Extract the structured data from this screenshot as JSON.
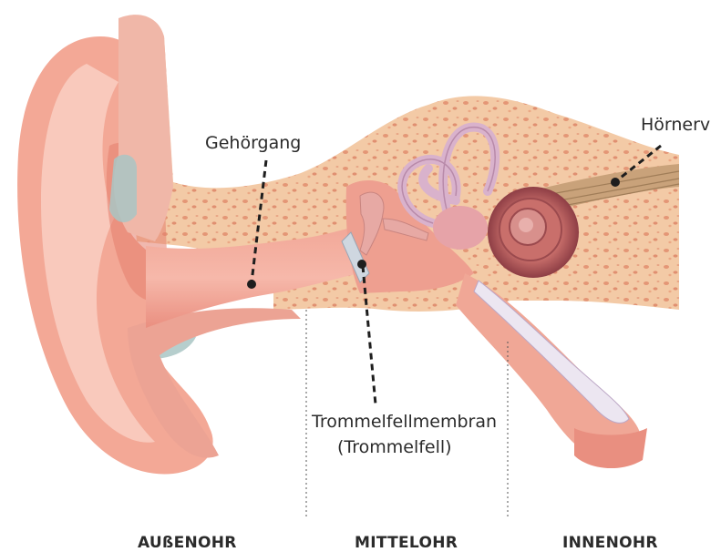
{
  "labels": {
    "gehoergang": "Gehörgang",
    "hoernerv": "Hörnerv",
    "trommelfellmembran": "Trommelfellmembran",
    "trommelfell": "(Trommelfell)"
  },
  "sections": {
    "aussenohr": "AUßENOHR",
    "mittelohr": "MITTELOHR",
    "innenohr": "INNENOHR"
  },
  "colors": {
    "skin": "#f3a896",
    "skin_light": "#f9cfc3",
    "skin_dark": "#e47e6d",
    "canal": "#e98f80",
    "bone": "#f3caa6",
    "bone_spots": "#e08a6a",
    "cartilage_teal": "#a9c6c4",
    "ossicle": "#e7a9a4",
    "cochlea": "#c96f6b",
    "canals_lilac": "#d9b2cc",
    "nerve": "#c9a27a",
    "text": "#2b2b2b"
  }
}
